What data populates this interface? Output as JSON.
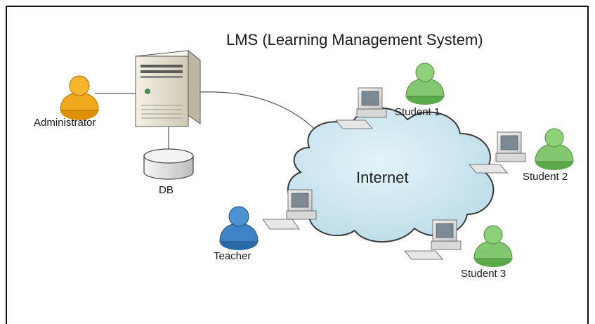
{
  "diagram": {
    "title": "LMS (Learning Management System)",
    "cloud_label": "Internet",
    "nodes": {
      "administrator": {
        "label": "Administrator",
        "icon": "person-icon",
        "color": "#f0a010"
      },
      "server": {
        "icon": "server-tower-icon",
        "color": "#e9e4d2"
      },
      "database": {
        "label": "DB",
        "icon": "database-icon",
        "color": "#e8e8e8"
      },
      "teacher": {
        "label": "Teacher",
        "icon": "person-icon",
        "color": "#3a7fc2"
      },
      "student1": {
        "label": "Student 1",
        "icon": "person-icon",
        "color": "#7cc46a"
      },
      "student2": {
        "label": "Student 2",
        "icon": "person-icon",
        "color": "#7cc46a"
      },
      "student3": {
        "label": "Student 3",
        "icon": "person-icon",
        "color": "#7cc46a"
      }
    },
    "colors": {
      "cloud_fill": "#cfe6ee",
      "cloud_stroke": "#3a3a3a",
      "connector": "#555555"
    }
  }
}
